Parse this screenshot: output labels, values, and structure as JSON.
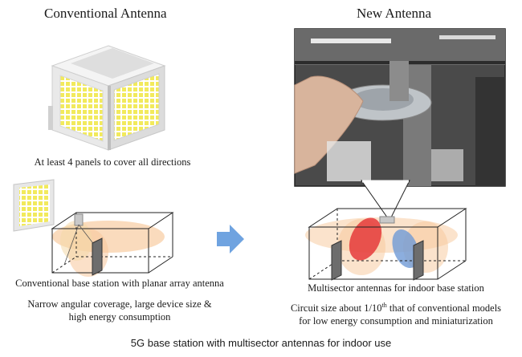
{
  "left": {
    "title": "Conventional Antenna",
    "panel_caption": "At least 4 panels to cover all directions",
    "station_caption": "Conventional base station with planar array antenna",
    "drawback_line1": "Narrow angular coverage, large device size &",
    "drawback_line2": "high energy consumption"
  },
  "right": {
    "title": "New Antenna",
    "station_caption": "Multisector antennas for indoor base station",
    "benefit_pre": "Circuit size about 1/10",
    "benefit_sup": "th",
    "benefit_post": " that of conventional models",
    "benefit_line2": "for low energy consumption and miniaturization"
  },
  "footer": "5G base station with multisector antennas for indoor use",
  "colors": {
    "panel_yellow": "#f2ea5c",
    "lobe_orange": "#f7c79a",
    "lobe_red": "#e53a3a",
    "lobe_blue": "#6f9ad6",
    "arrow_blue": "#6fa3e0"
  }
}
